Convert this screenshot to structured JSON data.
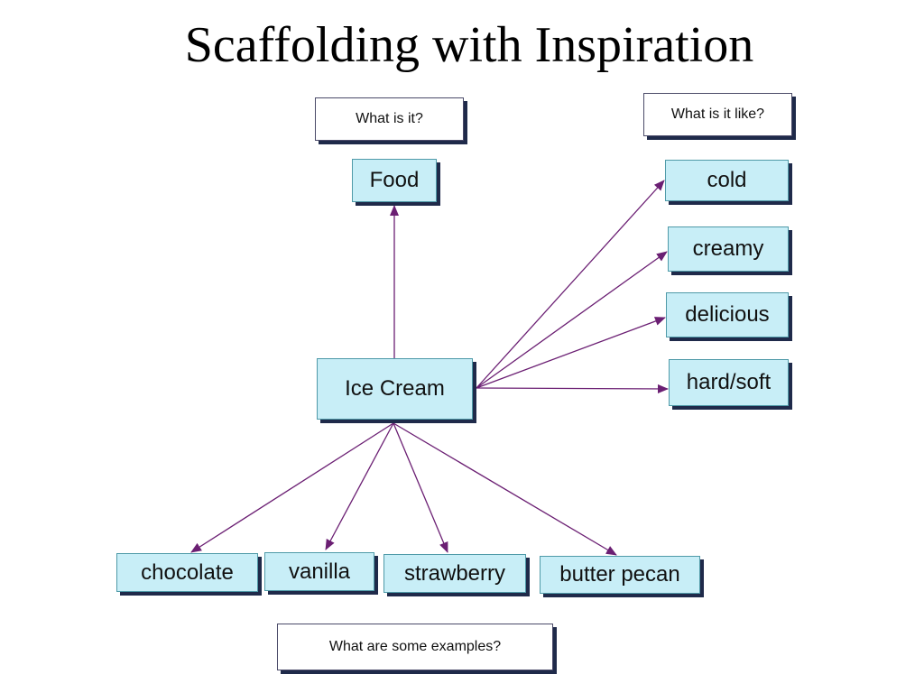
{
  "title": "Scaffolding with Inspiration",
  "prompts": {
    "what_is_it": "What is it?",
    "what_is_it_like": "What is it like?",
    "examples": "What are some examples?"
  },
  "nodes": {
    "center": "Ice Cream",
    "category": "Food",
    "attributes": [
      "cold",
      "creamy",
      "delicious",
      "hard/soft"
    ],
    "examples": [
      "chocolate",
      "vanilla",
      "strawberry",
      "butter pecan"
    ]
  },
  "colors": {
    "node_fill": "#c8eef7",
    "node_border": "#4f9aa8",
    "shadow": "#1f2a4a",
    "arrow": "#6b1f73"
  }
}
